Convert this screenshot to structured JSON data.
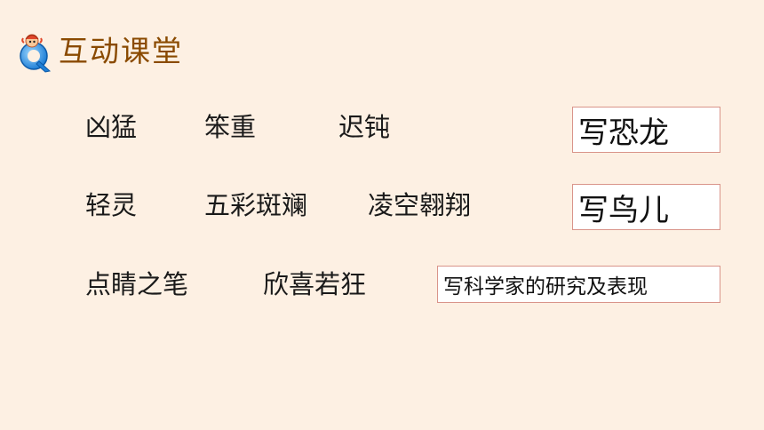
{
  "header": {
    "title": "互动课堂",
    "icon": "q-mascot-icon"
  },
  "rows": [
    {
      "words": [
        "凶猛",
        "笨重",
        "迟钝"
      ],
      "tag": "写恐龙"
    },
    {
      "words": [
        "轻灵",
        "五彩斑斓",
        "凌空翱翔"
      ],
      "tag": "写鸟儿"
    },
    {
      "words": [
        "点睛之笔",
        "欣喜若狂"
      ],
      "tag": "写科学家的研究及表现"
    }
  ],
  "colors": {
    "background": "#fdf0e3",
    "title": "#8a4a00",
    "tag_border": "#d9948a",
    "icon_blue": "#2f8fe0"
  }
}
